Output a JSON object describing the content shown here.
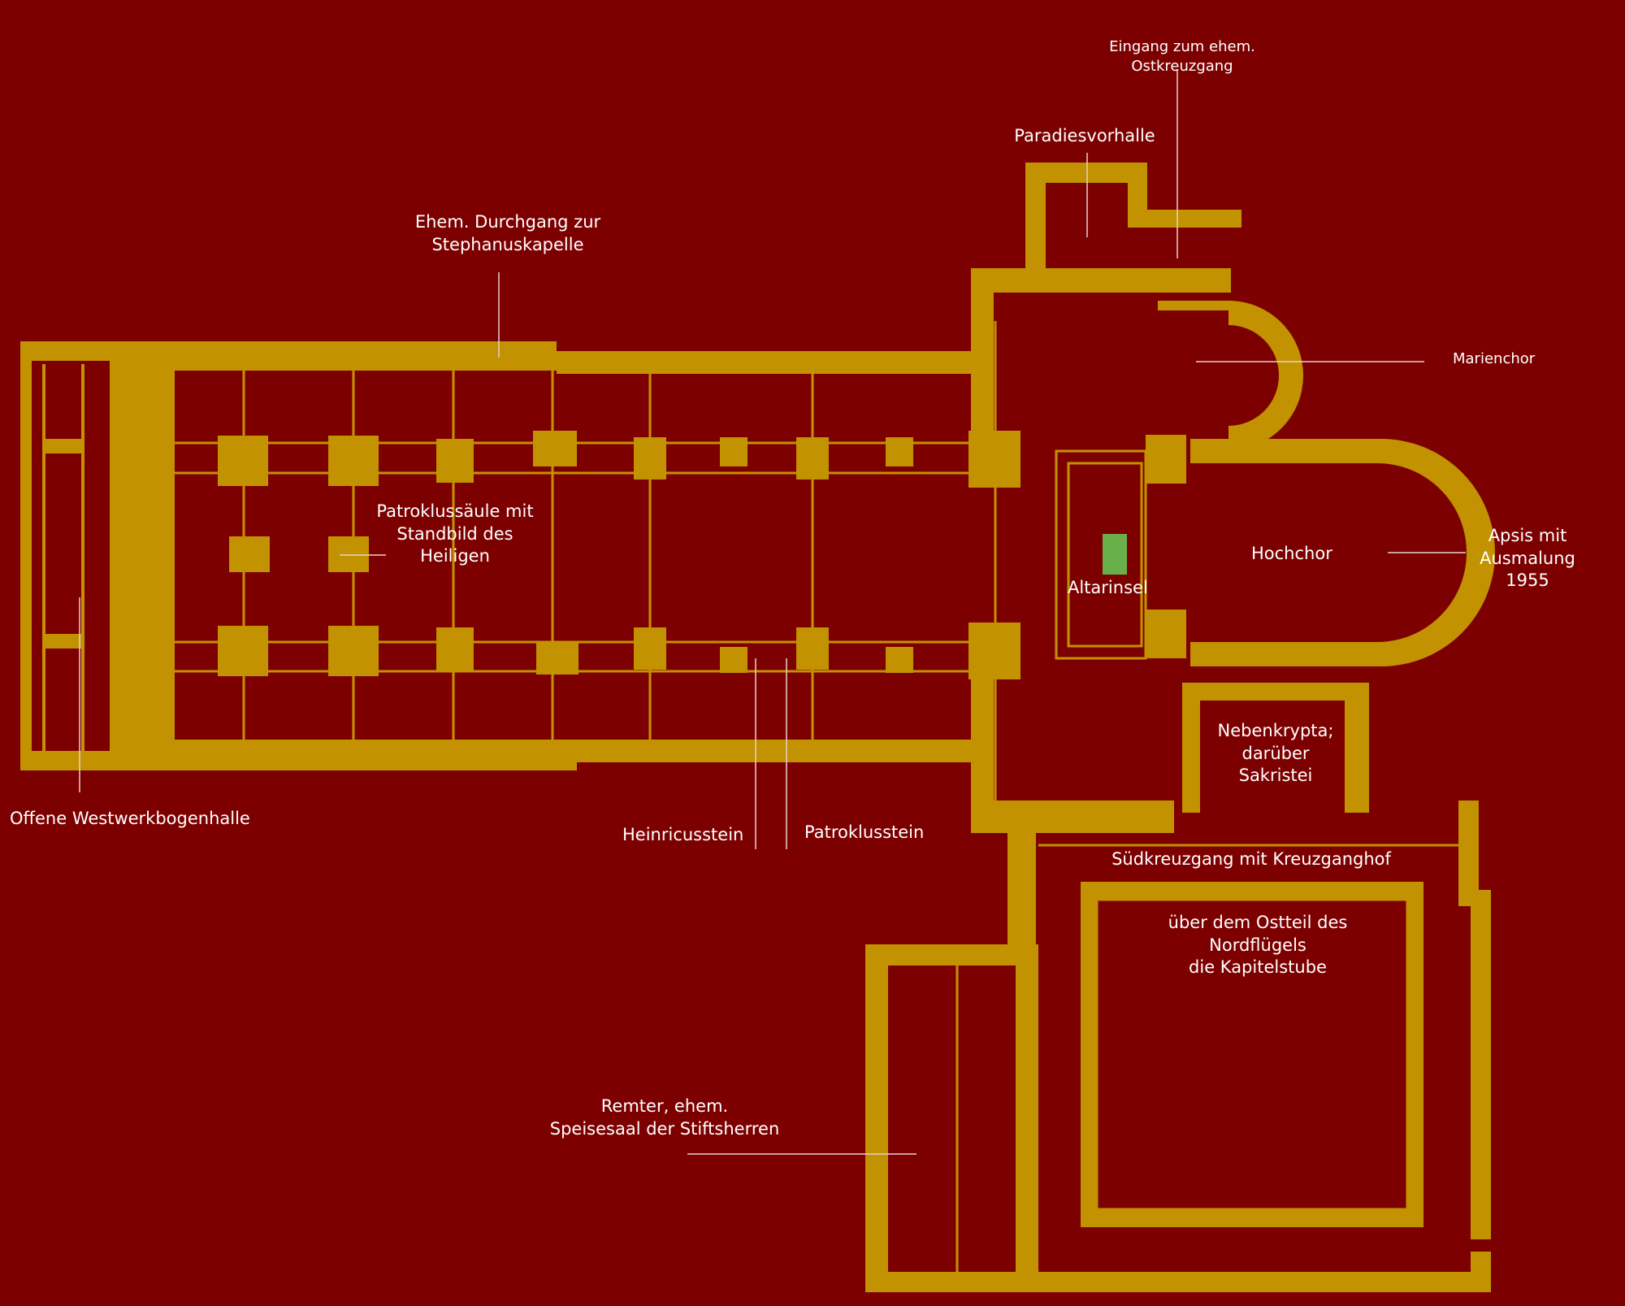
{
  "colors": {
    "background": "#7d0000",
    "structure": "#c29200",
    "altar": "#6ab04a",
    "leader_line": "#e8d0d0"
  },
  "labels": {
    "eingang_ostkreuzgang": "Eingang zum ehem. Ostkreuzgang",
    "paradiesvorhalle": "Paradiesvorhalle",
    "durchgang_stephanuskapelle": "Ehem. Durchgang zur\nStephanuskapelle",
    "marienchor": "Marienchor",
    "patroklussaeule": "Patroklussäule mit\nStandbild des\nHeiligen",
    "hochchor": "Hochchor",
    "apsis": "Apsis mit\nAusmalung\n1955",
    "altarinsel": "Altarinsel",
    "nebenkrypta": "Nebenkrypta;\ndarüber\nSakristei",
    "westwerkbogenhalle": "Offene Westwerkbogenhalle",
    "heinricusstein": "Heinricusstein",
    "patroklusstein": "Patroklusstein",
    "suedkreuzgang": "Südkreuzgang mit Kreuzganghof",
    "kapitelstube": "über dem Ostteil des\nNordflügels\ndie Kapitelstube",
    "remter": "Remter, ehem.\nSpeisesaal der Stiftsherren"
  }
}
